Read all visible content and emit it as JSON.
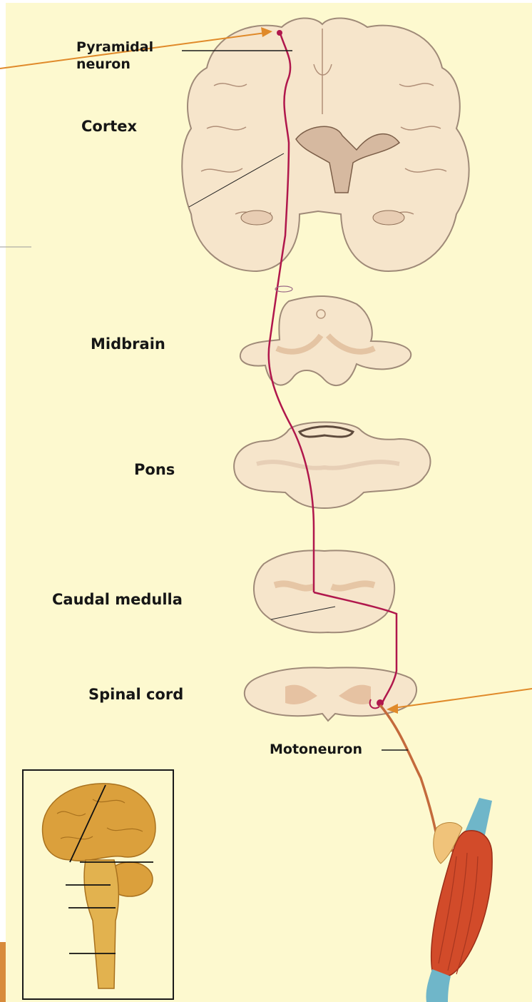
{
  "labels": {
    "pyramidal_neuron_line1": "Pyramidal",
    "pyramidal_neuron_line2": "neuron",
    "cortex": "Cortex",
    "midbrain": "Midbrain",
    "pons": "Pons",
    "caudal_medulla": "Caudal medulla",
    "spinal_cord": "Spinal cord",
    "motoneuron": "Motoneuron"
  },
  "colors": {
    "background": "#fdf9cf",
    "tissue": "#f6e5cb",
    "tissue_dark": "#ebc9a7",
    "tract": "#b0174c",
    "arrow": "#e08a2a",
    "brain_inset": "#dba03c",
    "muscle": "#d24b2a",
    "tendon": "#6fb6c9"
  },
  "icons": {
    "arrow_top": "orange-arrow-to-pyramidal-neuron",
    "arrow_bottom": "orange-arrow-to-motoneuron"
  }
}
